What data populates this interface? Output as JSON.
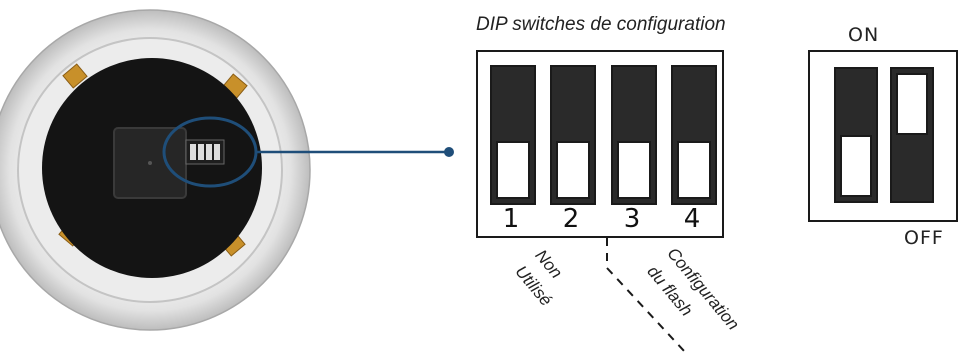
{
  "title": "DIP switches de configuration",
  "switches": [
    {
      "number": "1",
      "position": "on"
    },
    {
      "number": "2",
      "position": "on"
    },
    {
      "number": "3",
      "position": "on"
    },
    {
      "number": "4",
      "position": "on"
    }
  ],
  "legend": {
    "on_label": "ON",
    "off_label": "OFF"
  },
  "groups": {
    "unused_line1": "Non",
    "unused_line2": "Utilisé",
    "flash_line1": "Configuration",
    "flash_line2": "du flash"
  },
  "colors": {
    "callout": "#1f4e79",
    "switch_dark": "#2a2a2a",
    "outline": "#1a1a1a"
  }
}
